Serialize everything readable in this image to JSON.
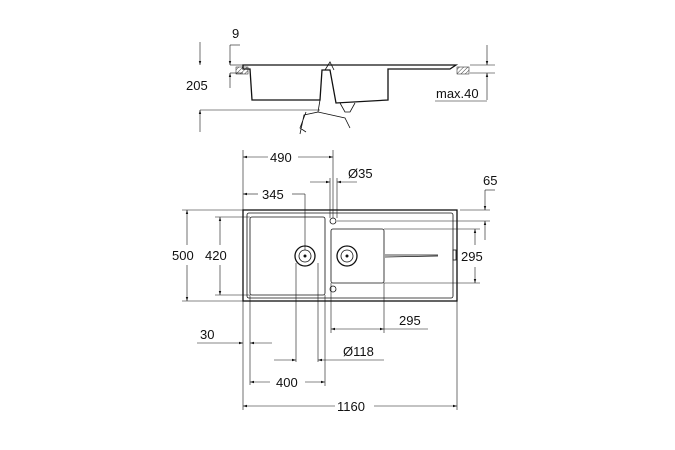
{
  "title": "Double-bowl sink with drainer – dimension drawing",
  "side_view": {
    "rim_thickness": "9",
    "depth": "205",
    "worktop": "max.40"
  },
  "top_view": {
    "tap_offset": "490",
    "tap_hole": "Ø35",
    "edge_to_tap": "65",
    "bowl_center": "345",
    "overall_depth": "500",
    "bowl_depth": "420",
    "small_bowl_depth": "295",
    "small_bowl_width": "295",
    "rim_edge": "30",
    "waste": "Ø118",
    "bowl_width": "400",
    "overall_width": "1160"
  }
}
